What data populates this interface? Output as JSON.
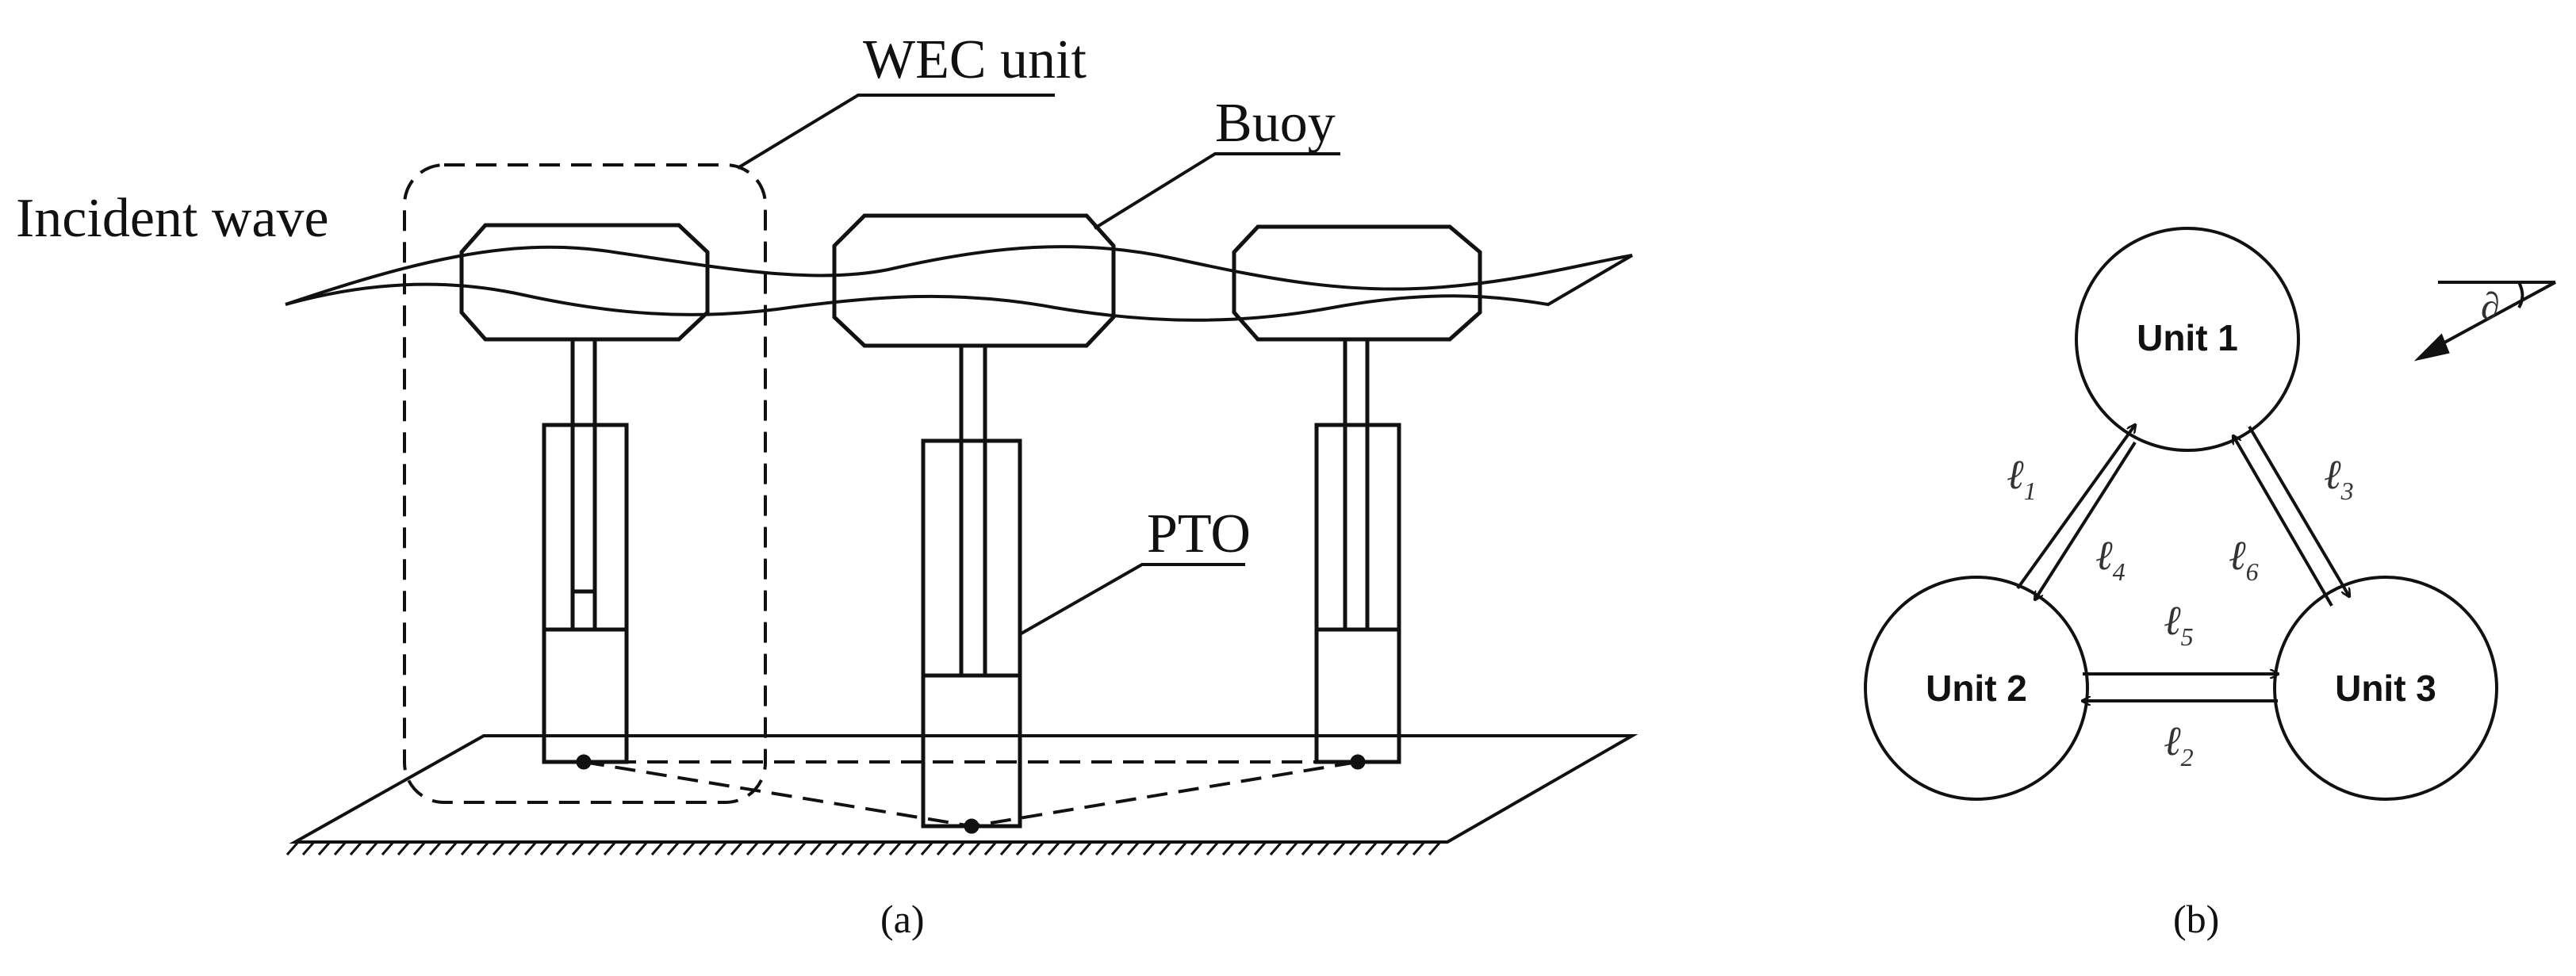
{
  "panel_a": {
    "caption": "(a)",
    "label_wec_unit": "WEC unit",
    "label_buoy": "Buoy",
    "label_incident_wave": "Incident wave",
    "label_pto": "PTO"
  },
  "panel_b": {
    "caption": "(b)",
    "nodes": [
      "Unit 1",
      "Unit 2",
      "Unit 3"
    ],
    "links": [
      "ℓ",
      "ℓ",
      "ℓ",
      "ℓ",
      "ℓ",
      "ℓ"
    ],
    "link_subscripts": [
      "1",
      "2",
      "3",
      "4",
      "5",
      "6"
    ],
    "angle_symbol": "∂"
  },
  "colors": {
    "line": "#111111",
    "faint_text": "#444444"
  }
}
